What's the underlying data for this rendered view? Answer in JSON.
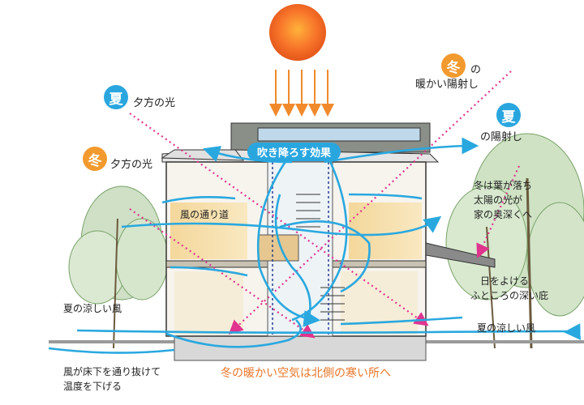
{
  "labels": {
    "summer_evening_char": "夏",
    "summer_evening": "夕方の光",
    "winter_evening_char": "冬",
    "winter_evening": "夕方の光",
    "winter_sun_char": "冬",
    "winter_sun_no": "の",
    "winter_sun": "暖かい陽射し",
    "summer_sun_char": "夏",
    "summer_sun": "の陽射し",
    "downdraft": "吹き降ろす効果",
    "wind_path": "風の通り道",
    "leaves_line1": "冬は葉が落ち",
    "leaves_line2": "太陽の光が",
    "leaves_line3": "家の奥深くへ",
    "eaves_line1": "日をよける",
    "eaves_line2": "ふところの深い庇",
    "cool_wind_left": "夏の涼しい風",
    "cool_wind_right": "夏の涼しい風",
    "underfloor_line1": "風が床下を通り抜けて",
    "underfloor_line2": "温度を下げる",
    "warm_air": "冬の暖かい空気は北側の寒い所へ"
  },
  "colors": {
    "sun": "#f26a1b",
    "summer_badge": "#2aa6df",
    "winter_badge": "#f39a2e",
    "airflow": "#29a8df",
    "light_ray": "#e0348f",
    "caption": "#e8772a"
  },
  "icons": [
    "sun-icon",
    "wind-arrow-icon",
    "light-ray-icon",
    "tree-icon",
    "house-section-icon"
  ]
}
